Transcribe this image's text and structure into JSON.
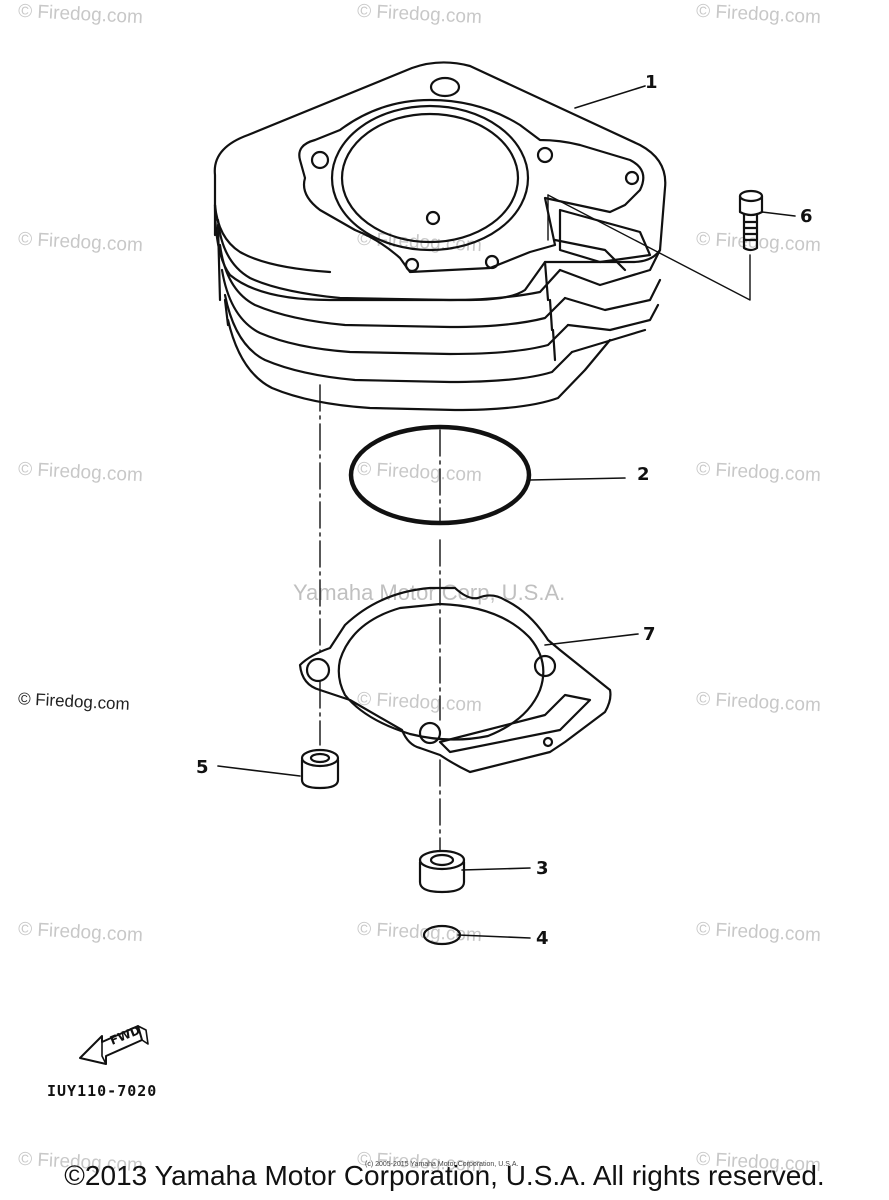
{
  "watermarks": {
    "firedog": "© Firedog.com",
    "center": "Yamaha Motor Corp, U.S.A."
  },
  "callouts": {
    "c1": "1",
    "c2": "2",
    "c3": "3",
    "c4": "4",
    "c5": "5",
    "c6": "6",
    "c7": "7"
  },
  "fwd_label": "FWD",
  "diagram_code": "IUY110-7020",
  "footer": {
    "copyright": "©2013 Yamaha Motor Corporation, U.S.A. All rights reserved.",
    "small_print": "(c) 2005-2015 Yamaha Motor Corporation, U.S.A."
  }
}
